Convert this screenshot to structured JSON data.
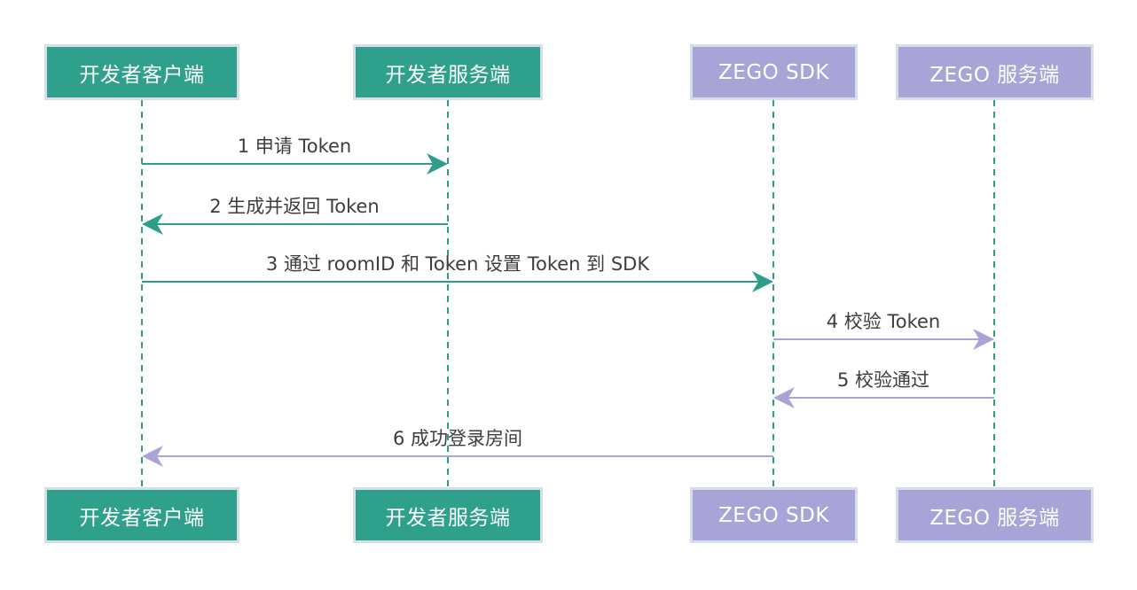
{
  "diagram": {
    "type": "sequence-diagram",
    "topic": "ZEGO Token authentication / room login flow",
    "colors": {
      "green": "#2FA08C",
      "purple": "#A9A4D8",
      "box_border": "#D7DDE9",
      "lifeline": "#2E9E8A",
      "arrow_green": "#2E9E8A",
      "arrow_purple": "#A9A4D8",
      "message_text": "#3D3D3D",
      "actor_text": "#FFFFFF",
      "background": "#FFFFFF"
    },
    "actors": [
      {
        "id": "dev-client",
        "label": "开发者客户端",
        "color": "green"
      },
      {
        "id": "dev-server",
        "label": "开发者服务端",
        "color": "green"
      },
      {
        "id": "zego-sdk",
        "label": "ZEGO SDK",
        "color": "purple"
      },
      {
        "id": "zego-server",
        "label": "ZEGO 服务端",
        "color": "purple"
      }
    ],
    "messages": [
      {
        "seq": 1,
        "label": "1 申请 Token",
        "from": "dev-client",
        "to": "dev-server",
        "direction": "right",
        "color": "green"
      },
      {
        "seq": 2,
        "label": "2 生成并返回 Token",
        "from": "dev-server",
        "to": "dev-client",
        "direction": "left",
        "color": "green"
      },
      {
        "seq": 3,
        "label": "3 通过 roomID 和 Token 设置 Token 到 SDK",
        "from": "dev-client",
        "to": "zego-sdk",
        "direction": "right",
        "color": "green"
      },
      {
        "seq": 4,
        "label": "4 校验 Token",
        "from": "zego-sdk",
        "to": "zego-server",
        "direction": "right",
        "color": "purple"
      },
      {
        "seq": 5,
        "label": "5 校验通过",
        "from": "zego-server",
        "to": "zego-sdk",
        "direction": "left",
        "color": "purple"
      },
      {
        "seq": 6,
        "label": "6 成功登录房间",
        "from": "zego-sdk",
        "to": "dev-client",
        "direction": "left",
        "color": "purple"
      }
    ]
  }
}
